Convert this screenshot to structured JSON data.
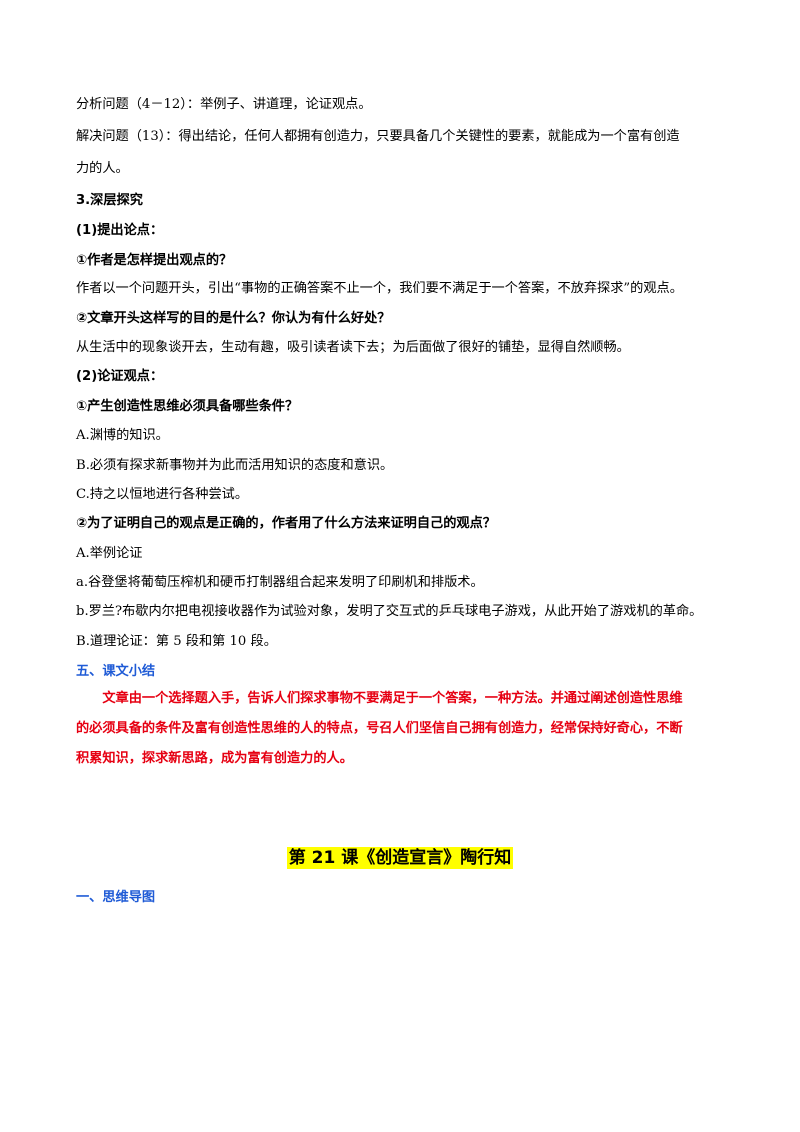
{
  "lines": [
    {
      "text": "分析问题（4－12）：举例子、讲道理，论证观点。",
      "style": "normal"
    },
    {
      "text": "解决问题（13）：得出结论，任何人都拥有创造力，只要具备几个关键性的要素，就能成为一个富有创造",
      "style": "normal"
    },
    {
      "text": "力的人。",
      "style": "normal"
    },
    {
      "text": "3.深层探究",
      "style": "bold"
    },
    {
      "text": "(1)提出论点：",
      "style": "bold"
    },
    {
      "text": "①作者是怎样提出观点的？",
      "style": "bold"
    },
    {
      "text": "作者以一个问题开头，引出“事物的正确答案不止一个，我们要不满足于一个答案，不放弃探求”的观点。",
      "style": "normal"
    },
    {
      "text": "②文章开头这样写的目的是什么？你认为有什么好处？",
      "style": "bold"
    },
    {
      "text": "从生活中的现象谈开去，生动有趣，吸引读者读下去；为后面做了很好的铺垫，显得自然顺畅。",
      "style": "normal"
    },
    {
      "text": "(2)论证观点：",
      "style": "bold"
    },
    {
      "text": "①产生创造性思维必须具备哪些条件？",
      "style": "bold"
    },
    {
      "text": "A.渊博的知识。",
      "style": "normal"
    },
    {
      "text": "B.必须有探求新事物并为此而活用知识的态度和意识。",
      "style": "normal"
    },
    {
      "text": "C.持之以恒地进行各种尝试。",
      "style": "normal"
    },
    {
      "text": "②为了证明自己的观点是正确的，作者用了什么方法来证明自己的观点？",
      "style": "bold"
    },
    {
      "text": "A.举例论证",
      "style": "normal"
    },
    {
      "text": "a.谷登堡将葡萄压榨机和硬币打制器组合起来发明了印刷机和排版术。",
      "style": "normal"
    },
    {
      "text": "b.罗兰?布歇内尔把电视接收器作为试验对象，发明了交互式的乒乓球电子游戏，从此开始了游戏机的革命。",
      "style": "normal"
    },
    {
      "text": "B.道理论证：第 5 段和第 10 段。",
      "style": "normal"
    },
    {
      "text": "五、课文小结",
      "style": "blue"
    }
  ],
  "summary": [
    "　　文章由一个选择题入手，告诉人们探求事物不要满足于一个答案，一种方法。并通过阐述创造性思维",
    "的必须具备的条件及富有创造性思维的人的特点，号召人们坚信自己拥有创造力，经常保持好奇心，不断",
    "积累知识，探求新思路，成为富有创造力的人。"
  ],
  "lesson_title": "第 21 课《创造宣言》陶行知",
  "mindmap_heading": "一、思维导图",
  "colors": {
    "heading_blue": "#1f5bd6",
    "summary_red": "#e60012",
    "title_highlight": "#ffff00"
  }
}
